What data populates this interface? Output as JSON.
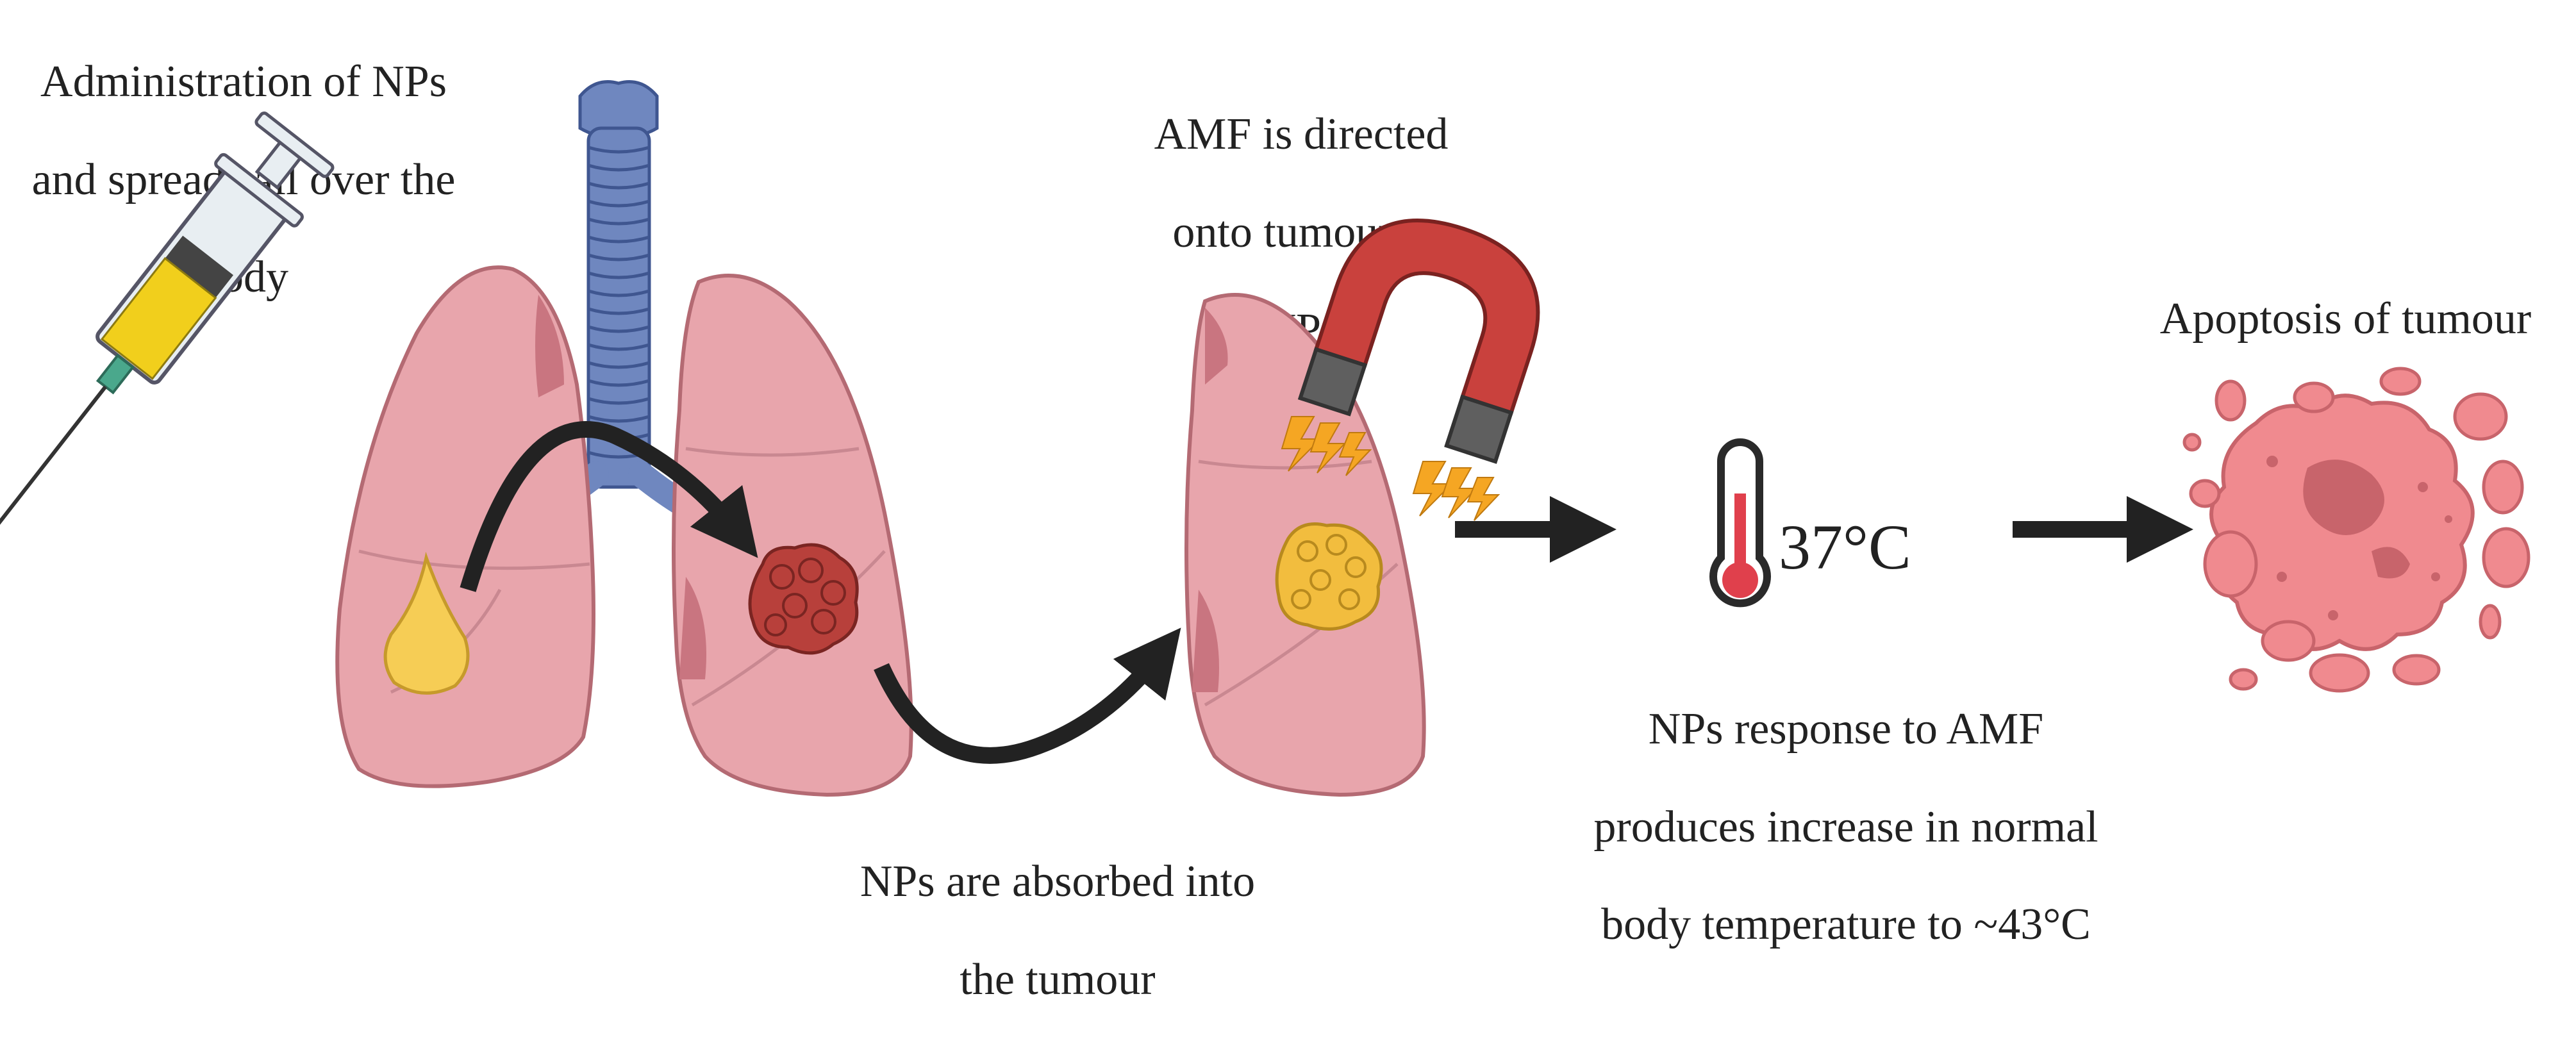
{
  "colors": {
    "lung_fill": "#e8a5ac",
    "lung_stroke": "#b46a73",
    "lung_dark": "#c97580",
    "trachea": "#6f87bf",
    "tumour": "#b8403b",
    "tumour_nps": "#f2bd3e",
    "drop": "#f6cd55",
    "magnet_red": "#c9413d",
    "magnet_tip": "#5f5f5f",
    "spark": "#f5a623",
    "arrow": "#222222",
    "thermo_red": "#e0404c",
    "apoptosis": "#f08a8f",
    "apoptosis_dark": "#c8646b"
  },
  "steps": [
    {
      "id": "administration",
      "caption": [
        "Administration of NPs",
        "and spreads all over the",
        "body"
      ]
    },
    {
      "id": "absorption",
      "caption": [
        "NPs are absorbed into",
        "the tumour"
      ]
    },
    {
      "id": "amf",
      "caption": [
        "AMF is directed",
        "onto tumour +",
        "NPs"
      ]
    },
    {
      "id": "heating",
      "temperature": "37°C",
      "caption": [
        "NPs response to AMF",
        "produces increase in normal",
        "body temperature to ~43°C"
      ]
    },
    {
      "id": "apoptosis",
      "caption": [
        "Apoptosis of tumour"
      ]
    }
  ],
  "icons": [
    "syringe-icon",
    "lungs-icon",
    "trachea-icon",
    "tumour-icon",
    "magnet-icon",
    "lightning-icon",
    "thermometer-icon",
    "apoptotic-cell-icon",
    "arrow-icon"
  ]
}
